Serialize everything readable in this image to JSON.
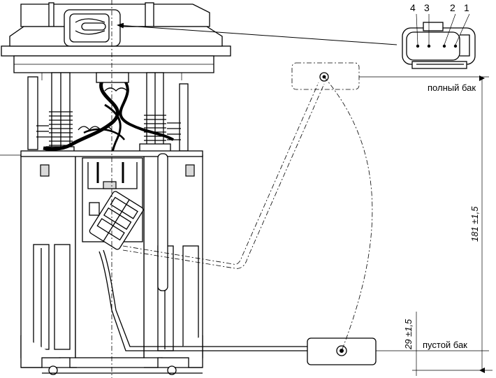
{
  "labels": {
    "full_tank": "полный бак",
    "empty_tank": "пустой бак"
  },
  "dimensions": {
    "float_travel": "181 ±1,5",
    "empty_offset": "29 ±1,5"
  },
  "connector_pins": [
    "4",
    "3",
    "2",
    "1"
  ]
}
